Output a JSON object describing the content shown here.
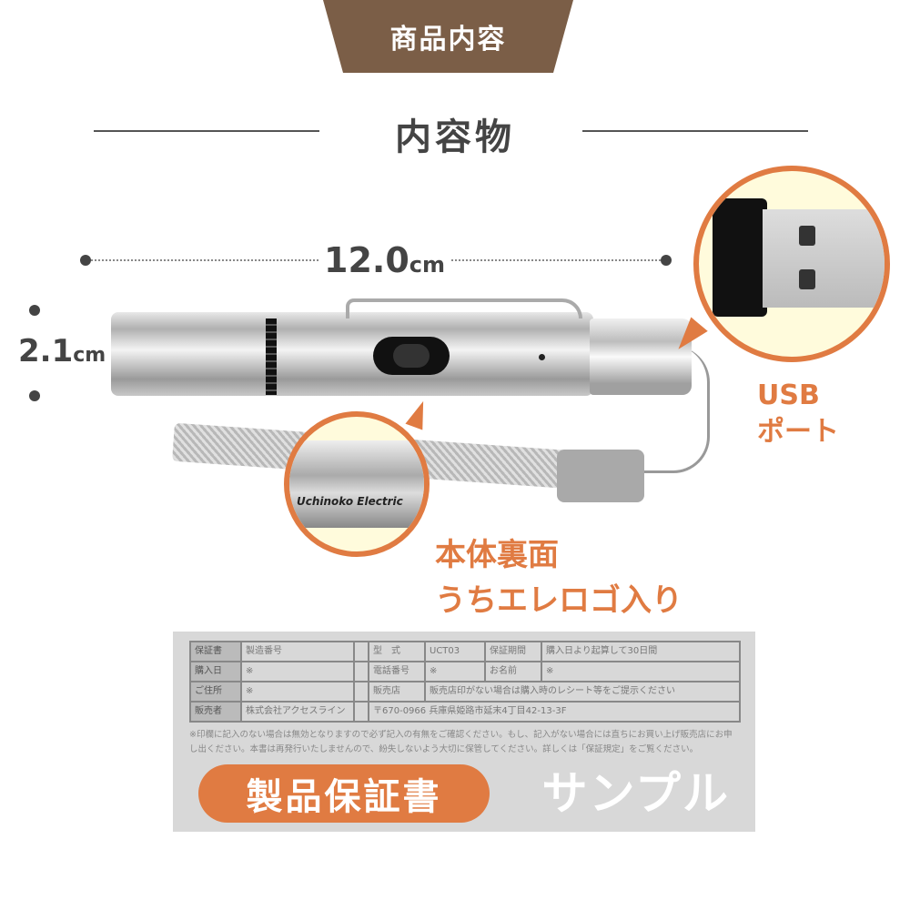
{
  "header": {
    "tab_label": "商品内容",
    "title": "内容物"
  },
  "dimensions": {
    "length_value": "12.0",
    "length_unit": "cm",
    "diameter_value": "2.1",
    "diameter_unit": "cm"
  },
  "callouts": {
    "usb_line1": "USB",
    "usb_line2": "ポート",
    "logo_line1": "本体裏面",
    "logo_line2": "うちエレロゴ入り",
    "engraving": "Uchinoko Electric"
  },
  "warranty": {
    "rows": [
      [
        "保証書",
        "製造番号",
        "",
        "型　式",
        "UCT03",
        "保証期間",
        "購入日より起算して30日間"
      ],
      [
        "購入日",
        "※",
        "",
        "電話番号",
        "※",
        "お名前",
        "※"
      ],
      [
        "ご住所",
        "※",
        "",
        "販売店",
        "販売店印がない場合は購入時のレシート等をご提示ください"
      ],
      [
        "販売者",
        "株式会社アクセスライン",
        "",
        "〒670-0966 兵庫県姫路市延末4丁目42-13-3F"
      ]
    ],
    "note": "※印欄に記入のない場合は無効となりますので必ず記入の有無をご確認ください。もし、記入がない場合には直ちにお買い上げ販売店にお申し出ください。本書は再発行いたしませんので、紛失しないよう大切に保管してください。詳しくは「保証規定」をご覧ください。",
    "watermark": "サンプル",
    "badge": "製品保証書"
  },
  "colors": {
    "brown": "#7b5e47",
    "accent": "#e07b42",
    "cream": "#fffbdc"
  }
}
